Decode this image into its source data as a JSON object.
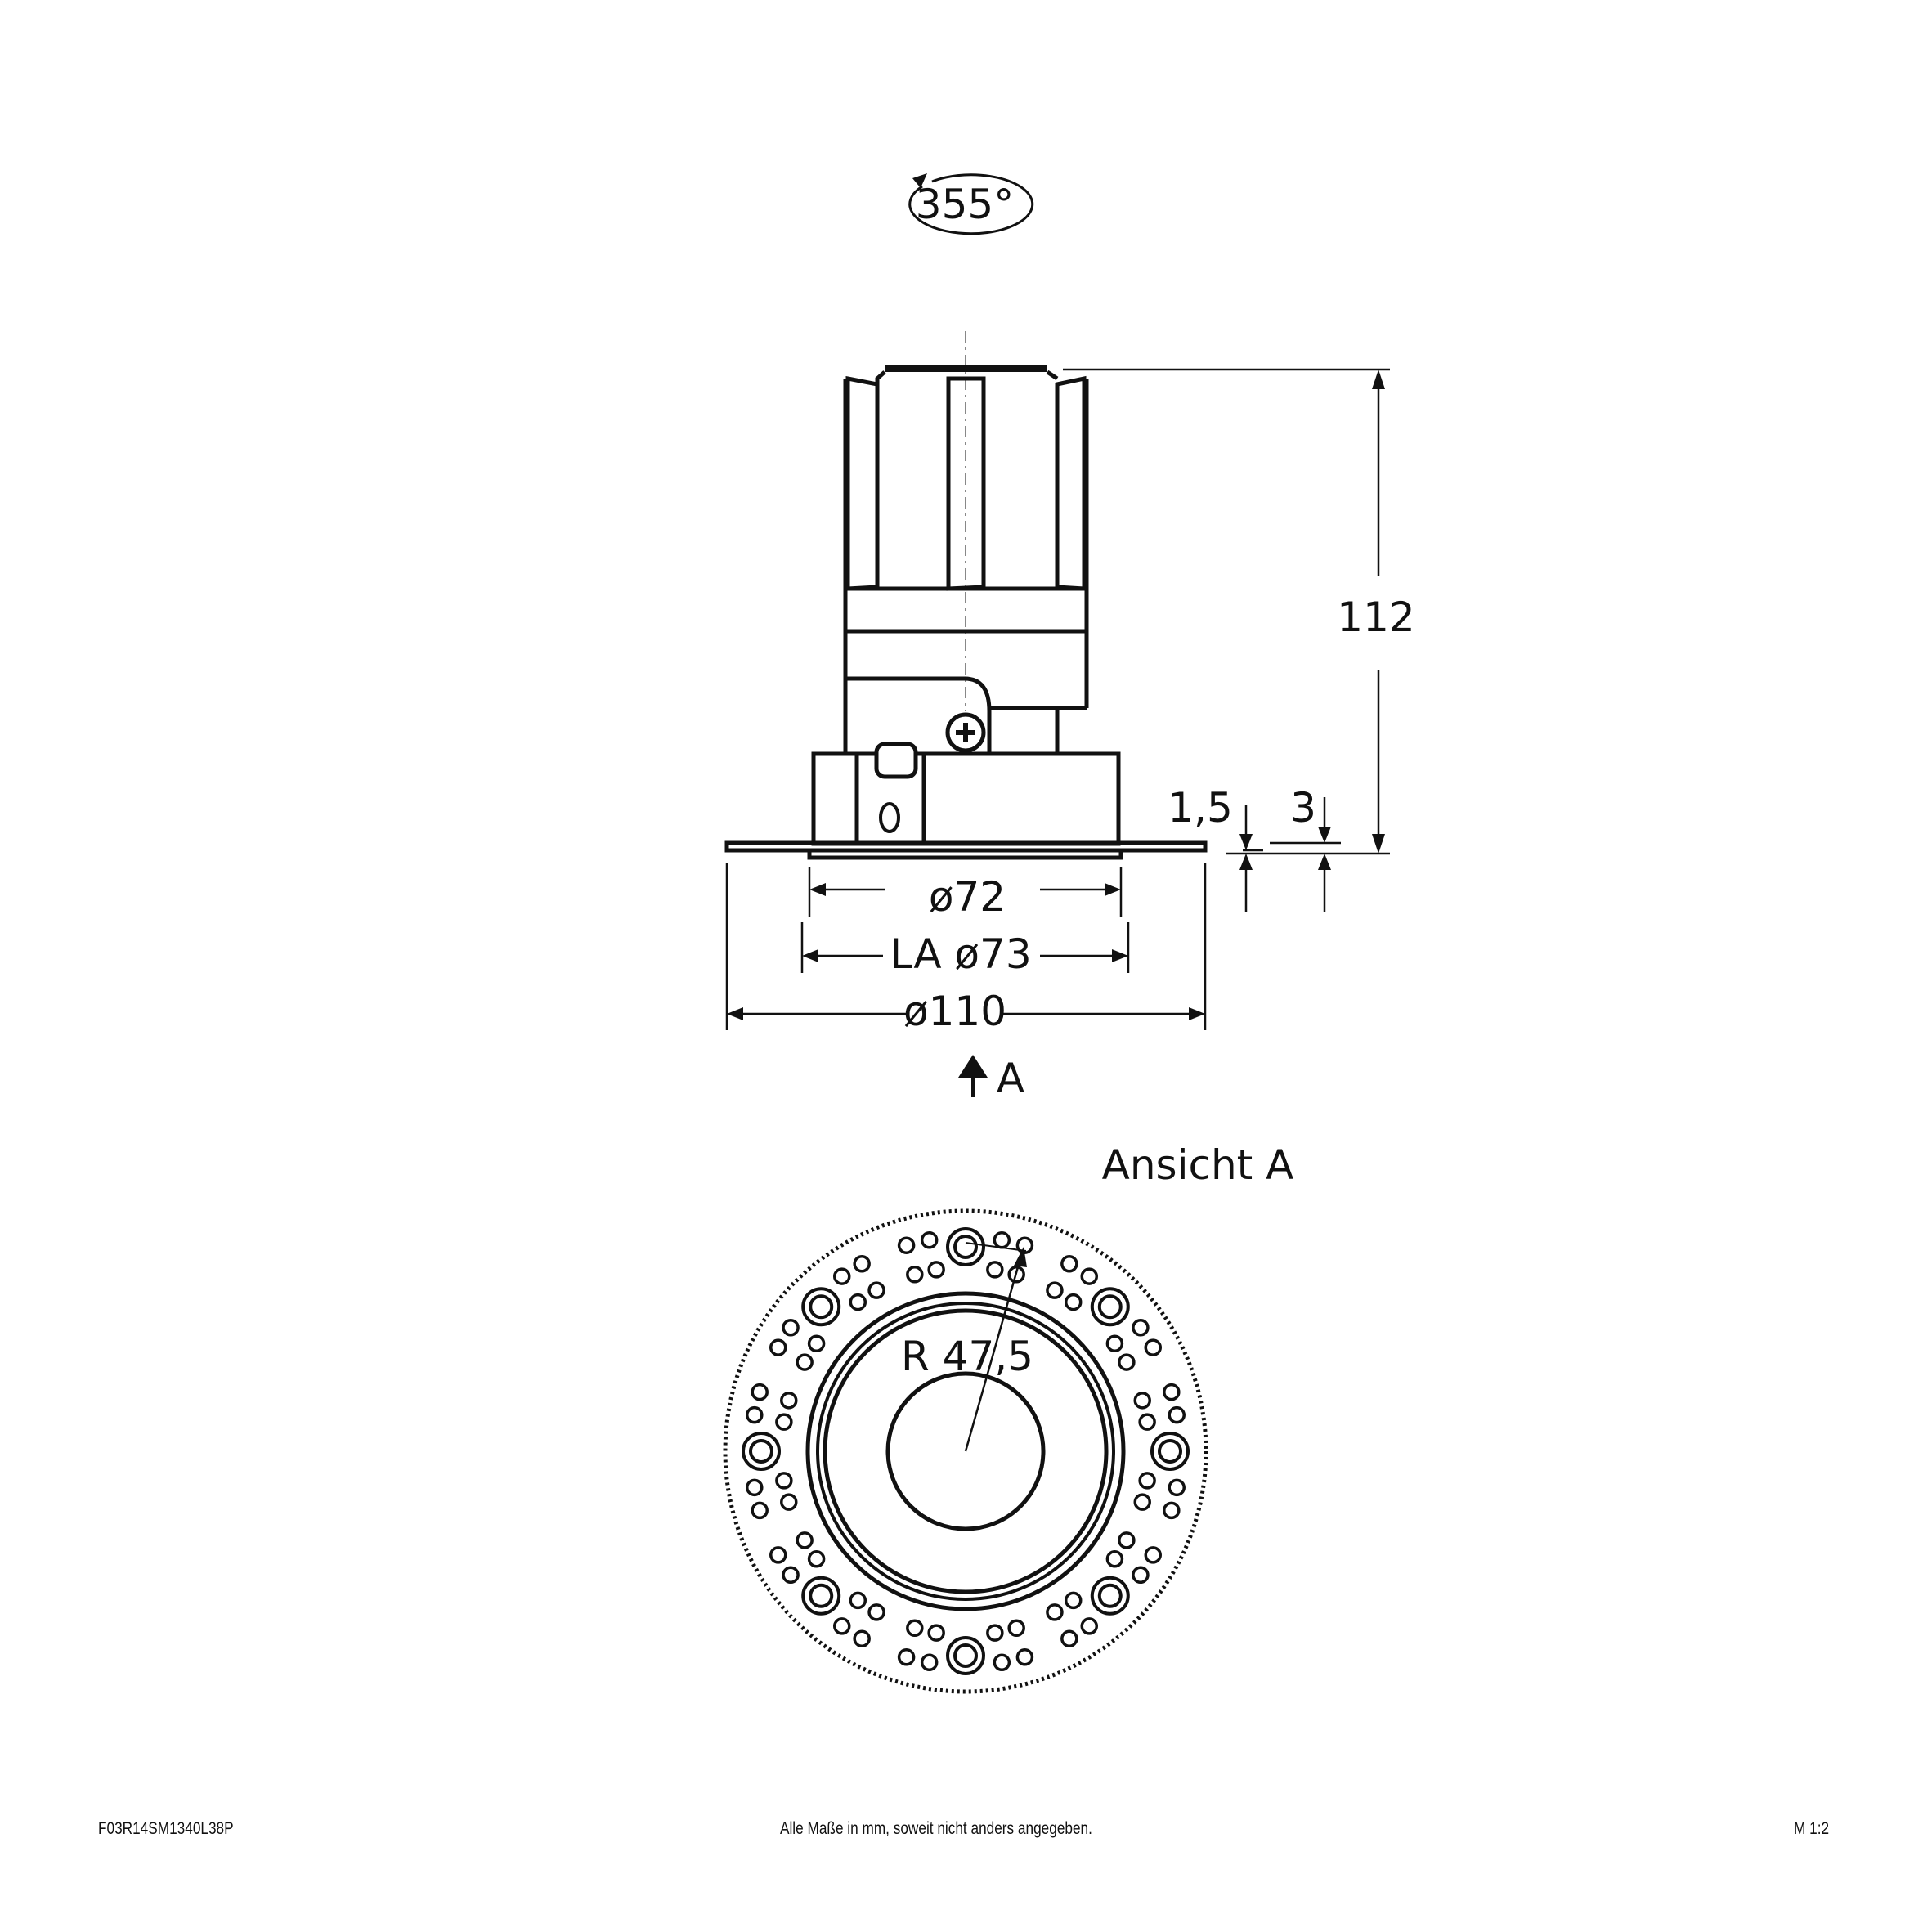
{
  "drawing": {
    "rotation_label": "355°",
    "dimensions": {
      "height": "112",
      "flange_thickness": "1,5",
      "bezel_thickness": "3",
      "bezel_diameter": "ø72",
      "cutout_diameter": "LA ø73",
      "outer_diameter": "ø110",
      "radius": "R 47,5"
    },
    "view_marker": "A",
    "view_title": "Ansicht A"
  },
  "footer": {
    "article_code": "F03R14SM1340L38P",
    "note": "Alle Maße in mm, soweit nicht anders angegeben.",
    "scale": "M 1:2"
  }
}
